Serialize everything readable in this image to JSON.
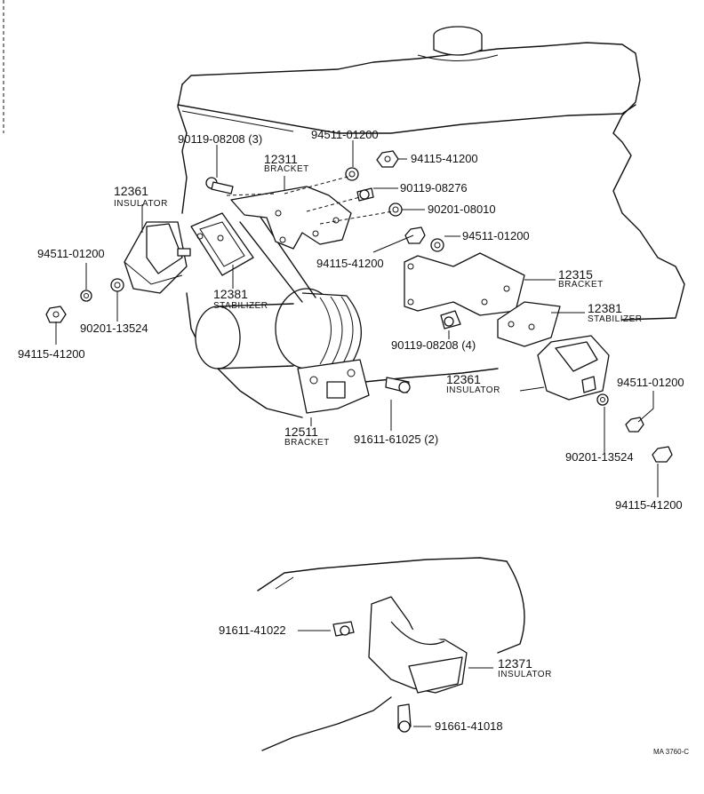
{
  "labels": {
    "bolt_90119_08208_3": "90119-08208 (3)",
    "washer_94511_01200_top": "94511-01200",
    "nut_94115_41200_top": "94115-41200",
    "bracket_12311_no": "12311",
    "bracket_12311_name": "BRACKET",
    "bolt_90119_08276": "90119-08276",
    "washer_90201_08010": "90201-08010",
    "insulator_12361_left_no": "12361",
    "insulator_12361_left_name": "INSULATOR",
    "nut_94115_41200_mid": "94115-41200",
    "washer_94511_01200_mid": "94511-01200",
    "washer_94511_01200_left": "94511-01200",
    "bracket_12315_no": "12315",
    "bracket_12315_name": "BRACKET",
    "stabilizer_12381_left_no": "12381",
    "stabilizer_12381_left_name": "STABILIZER",
    "stabilizer_12381_right_no": "12381",
    "stabilizer_12381_right_name": "STABILIZER",
    "washer_90201_13524_left": "90201-13524",
    "nut_94115_41200_left": "94115-41200",
    "bolt_90119_08208_4": "90119-08208 (4)",
    "insulator_12361_right_no": "12361",
    "insulator_12361_right_name": "INSULATOR",
    "washer_94511_01200_right": "94511-01200",
    "bracket_12511_no": "12511",
    "bracket_12511_name": "BRACKET",
    "bolt_91611_61025_2": "91611-61025 (2)",
    "washer_90201_13524_right": "90201-13524",
    "nut_94115_41200_right": "94115-41200",
    "bolt_91611_41022": "91611-41022",
    "insulator_12371_no": "12371",
    "insulator_12371_name": "INSULATOR",
    "bolt_91661_41018": "91661-41018",
    "figure_code": "MA  3760-C"
  }
}
